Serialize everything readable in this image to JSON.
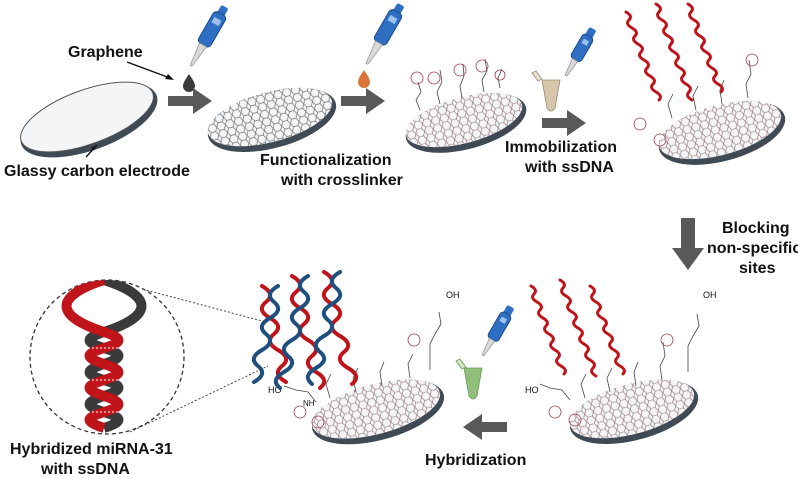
{
  "labels": {
    "graphene": "Graphene",
    "glassy_carbon_electrode": "Glassy carbon electrode",
    "functionalization_line1": "Functionalization",
    "functionalization_line2": "with crosslinker",
    "immobilization_line1": "Immobilization",
    "immobilization_line2": "with ssDNA",
    "blocking_line1": "Blocking",
    "blocking_line2": "non-specific",
    "blocking_line3": "sites",
    "hybridization": "Hybridization",
    "hybridized_line1": "Hybridized miRNA-31",
    "hybridized_line2": "with ssDNA"
  },
  "molecule_text": {
    "ho": "HO",
    "oh": "OH",
    "nh": "NH"
  },
  "colors": {
    "arrow": "#595959",
    "disk_edge": "#3f4a55",
    "disk_face": "#f3f5f7",
    "lattice": "#6d6d6d",
    "ssdna": "#c0141b",
    "mirna": "#1f4f7f",
    "duplex_dark": "#3a3a3a",
    "pipette_blue": "#2e6fc4",
    "drop_graphene": "#3a3a3a",
    "drop_crosslinker": "#d9763b",
    "tube_ssdna": "#d8c6ac",
    "tube_mirna": "#8fbf7a",
    "crosslinker_ring": "#a33a4a"
  },
  "icons": [
    "pipette-icon",
    "microtube-icon",
    "droplet-icon",
    "electrode-icon",
    "helix-icon",
    "magnifier-circle-icon"
  ]
}
